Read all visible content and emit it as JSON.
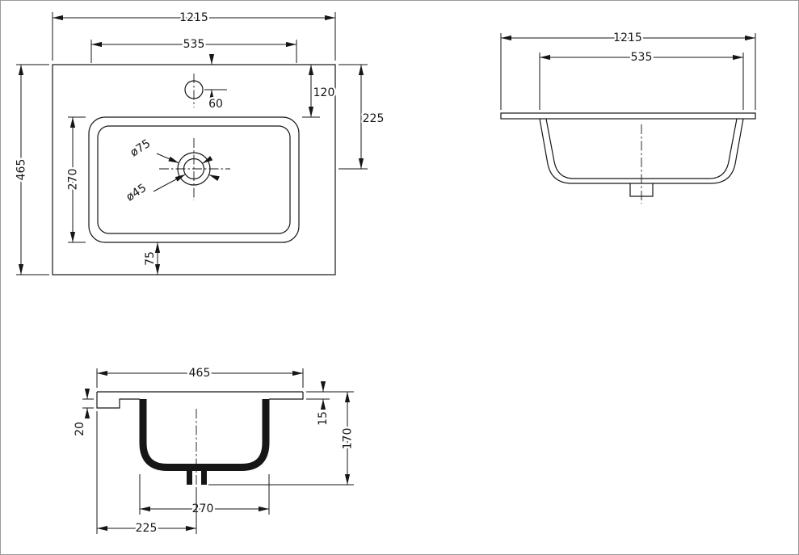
{
  "drawing": {
    "views": {
      "plan": {
        "dims": {
          "outer_width": "1215",
          "basin_width": "535",
          "outer_depth": "465",
          "faucet_offset": "60",
          "basin_front_offset": "120",
          "drain_offset": "225",
          "basin_depth": "270",
          "basin_back_gap": "75",
          "drain_outer_dia": "ø75",
          "drain_inner_dia": "ø45"
        }
      },
      "front": {
        "dims": {
          "outer_width": "1215",
          "basin_width": "535"
        }
      },
      "section": {
        "dims": {
          "outer_depth": "465",
          "edge_drop": "20",
          "top_thickness": "15",
          "total_height": "170",
          "basin_inner_depth": "270",
          "drain_from_front": "225"
        }
      }
    },
    "colors": {
      "line": "#161616",
      "background": "#ffffff"
    }
  }
}
